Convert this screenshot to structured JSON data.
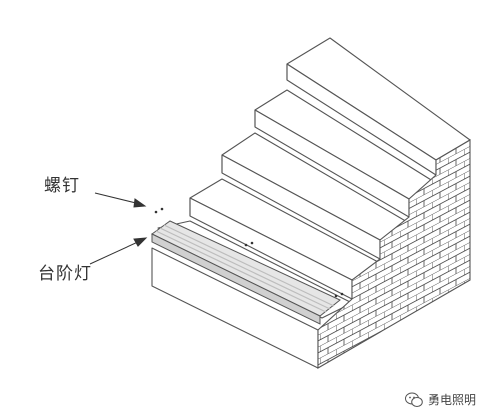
{
  "labels": {
    "screw": "螺钉",
    "step_light": "台阶灯"
  },
  "watermark": {
    "text": "勇电照明",
    "icon": "wechat-icon"
  },
  "colors": {
    "line": "#555555",
    "face": "#ffffff",
    "brick_face": "#ffffff",
    "light_body": "#e6e6e6",
    "light_groove": "#bdbdbd",
    "label": "#333333"
  }
}
